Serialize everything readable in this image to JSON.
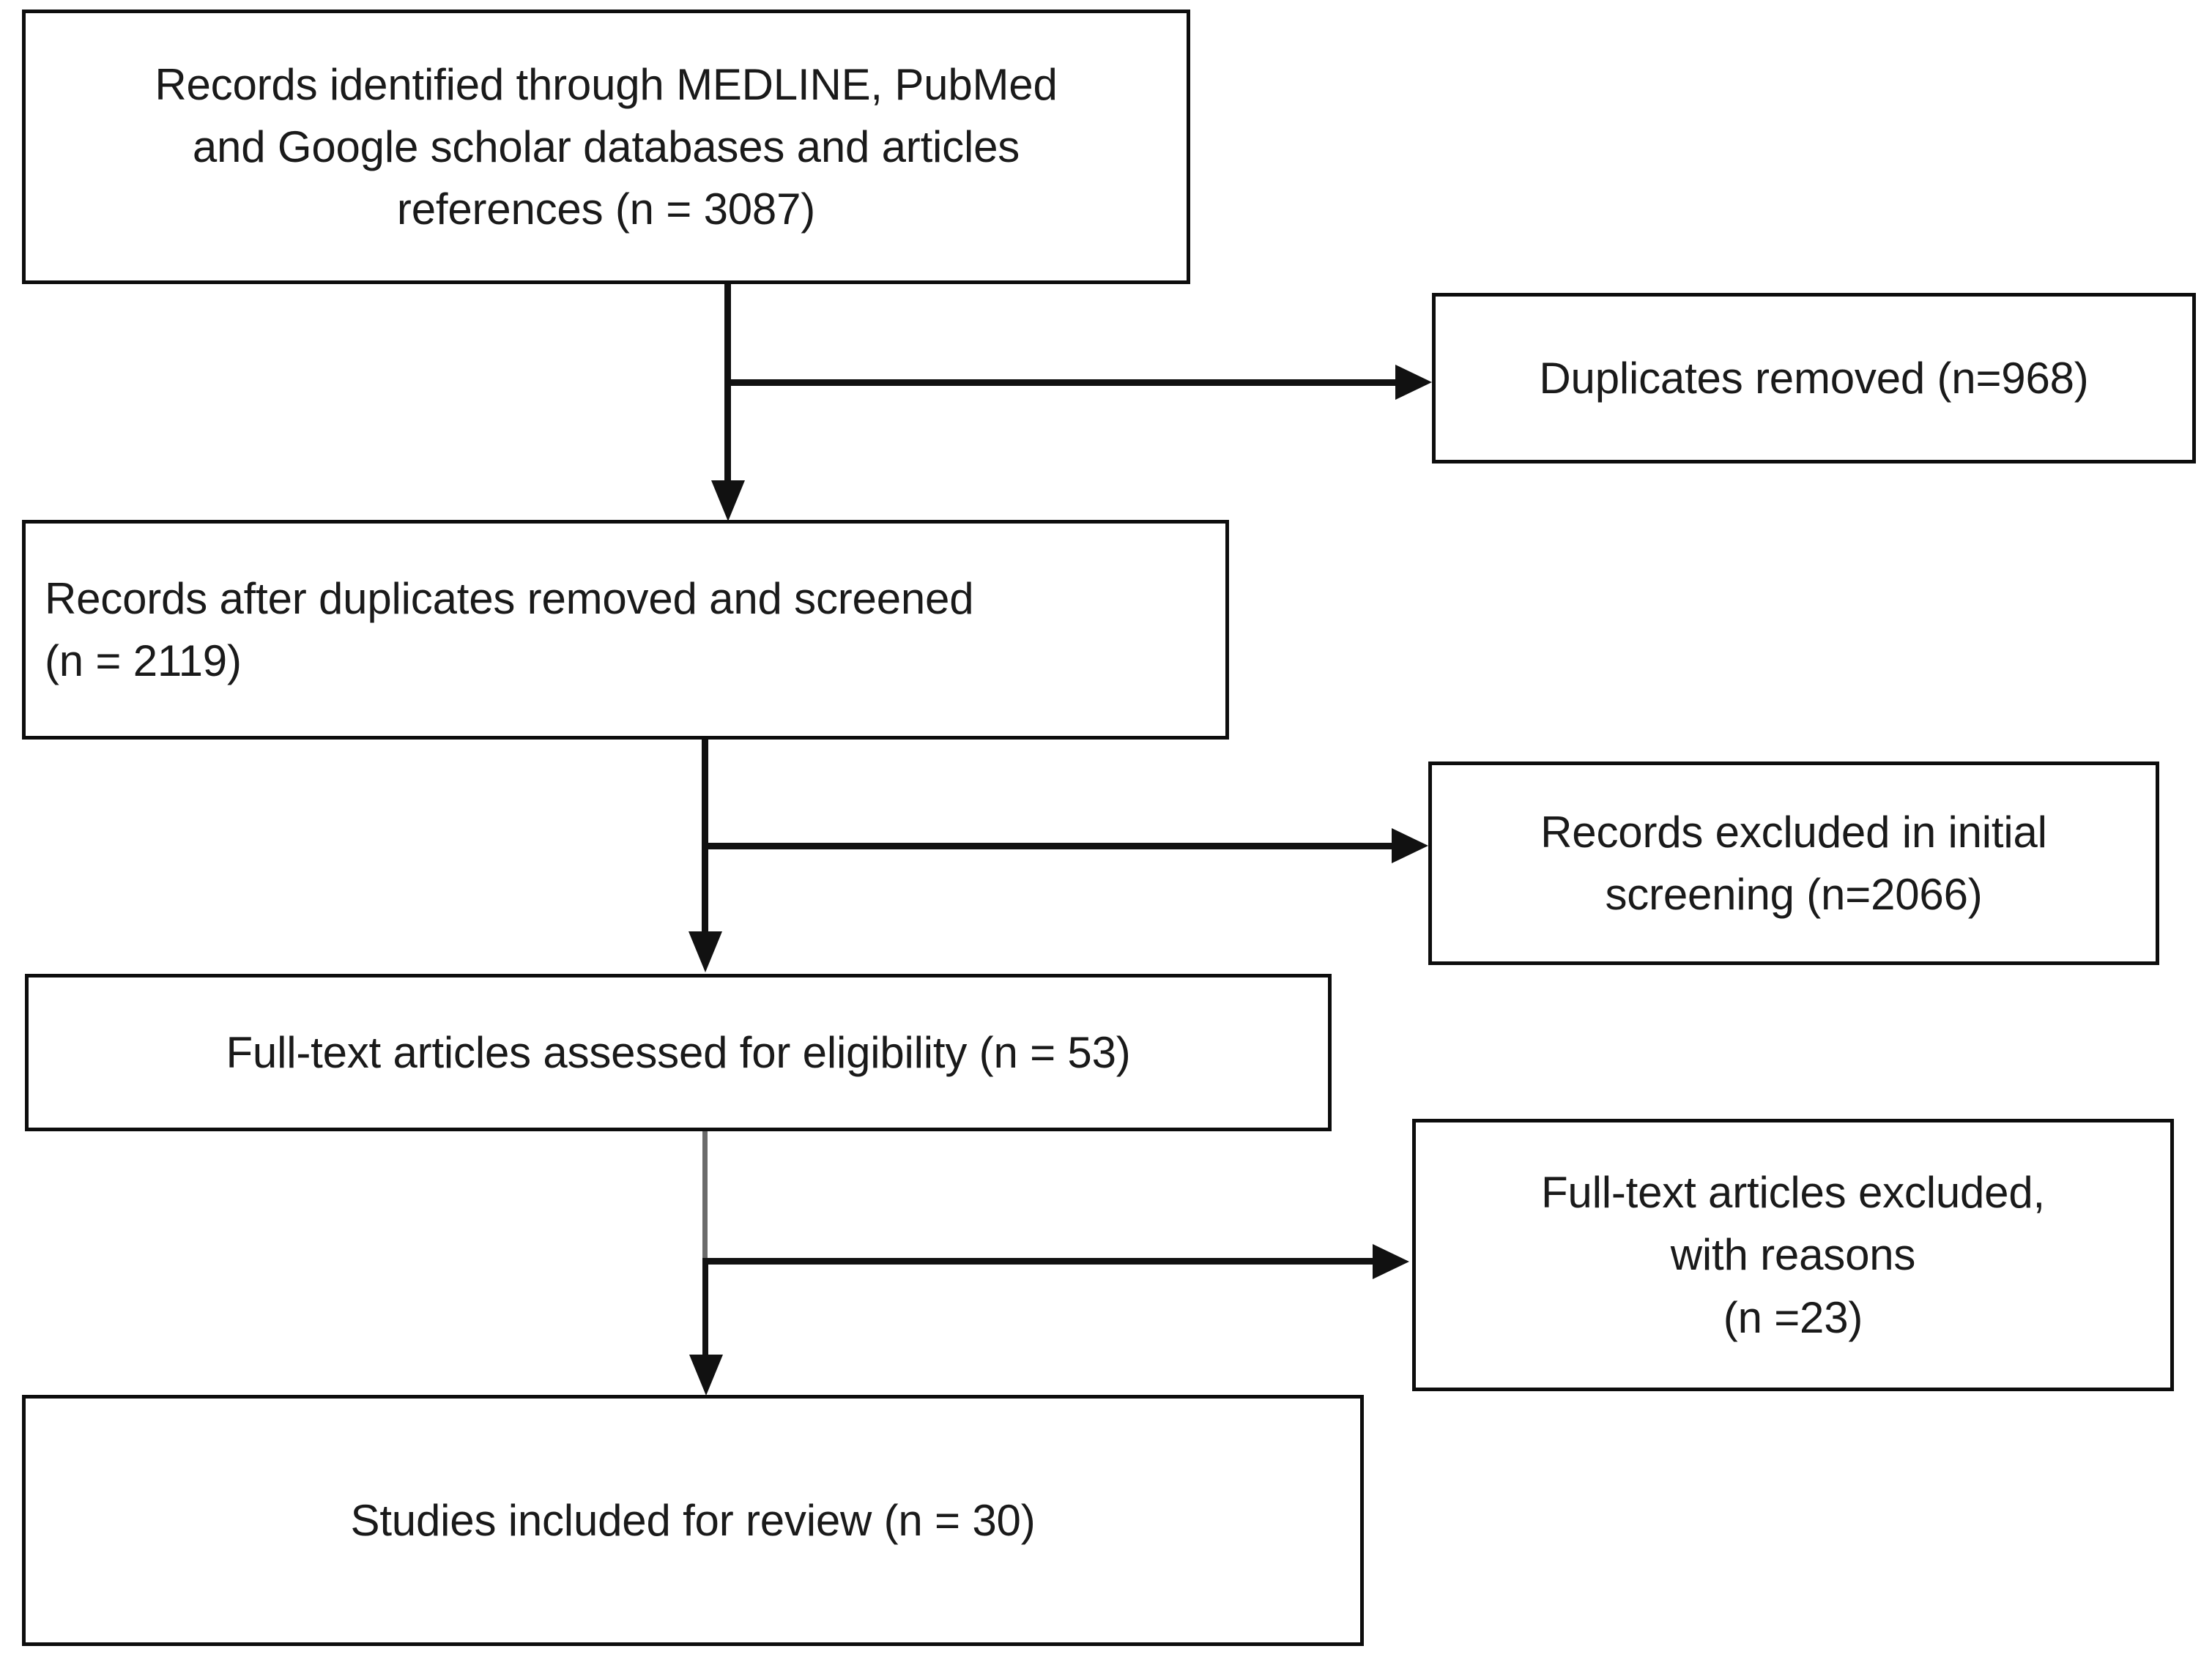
{
  "diagram": {
    "type": "prisma-flow-diagram",
    "title": "PRISMA study selection flow diagram",
    "line_color": "#111111",
    "box_border_color": "#0d0d0d",
    "background_color": "#ffffff",
    "text_color": "#1a1a1a"
  },
  "boxes": {
    "identification": {
      "id": "records-identified",
      "label": "Records identified through MEDLINE, PubMed\nand Google scholar databases and articles\nreferences (n = 3087)",
      "count": 3087,
      "align": "center"
    },
    "duplicates_removed": {
      "id": "duplicates-removed",
      "label": "Duplicates removed (n=968)",
      "count": 968,
      "align": "center"
    },
    "after_duplicates": {
      "id": "records-after-duplicates",
      "label": "Records after duplicates removed and screened\n(n = 2119)",
      "count": 2119,
      "align": "left"
    },
    "excluded_screening": {
      "id": "records-excluded-initial-screening",
      "label": "Records excluded in initial\nscreening (n=2066)",
      "count": 2066,
      "align": "center"
    },
    "fulltext_assessed": {
      "id": "fulltext-articles-assessed",
      "label": "Full-text articles assessed for eligibility (n = 53)",
      "count": 53,
      "align": "center"
    },
    "fulltext_excluded": {
      "id": "fulltext-articles-excluded",
      "label": "Full-text articles excluded,\nwith reasons\n(n =23)",
      "count": 23,
      "align": "center"
    },
    "included": {
      "id": "studies-included-for-review",
      "label": "Studies included for review (n = 30)",
      "count": 30,
      "align": "center"
    }
  },
  "chart_data": {
    "type": "diagram",
    "title": "PRISMA study selection flow",
    "nodes": [
      {
        "key": "identification",
        "text": "Records identified through MEDLINE, PubMed and Google scholar databases and articles references (n = 3087)",
        "n": 3087
      },
      {
        "key": "duplicates_removed",
        "text": "Duplicates removed (n=968)",
        "n": 968
      },
      {
        "key": "after_duplicates",
        "text": "Records after duplicates removed and screened (n = 2119)",
        "n": 2119
      },
      {
        "key": "excluded_screening",
        "text": "Records excluded in initial screening (n=2066)",
        "n": 2066
      },
      {
        "key": "fulltext_assessed",
        "text": "Full-text articles assessed for eligibility (n = 53)",
        "n": 53
      },
      {
        "key": "fulltext_excluded",
        "text": "Full-text articles excluded, with reasons (n =23)",
        "n": 23
      },
      {
        "key": "included",
        "text": "Studies included for review (n = 30)",
        "n": 30
      }
    ],
    "edges": [
      {
        "from": "identification",
        "to": "duplicates_removed",
        "direction": "right"
      },
      {
        "from": "identification",
        "to": "after_duplicates",
        "direction": "down"
      },
      {
        "from": "after_duplicates",
        "to": "excluded_screening",
        "direction": "right"
      },
      {
        "from": "after_duplicates",
        "to": "fulltext_assessed",
        "direction": "down"
      },
      {
        "from": "fulltext_assessed",
        "to": "fulltext_excluded",
        "direction": "right"
      },
      {
        "from": "fulltext_assessed",
        "to": "included",
        "direction": "down"
      }
    ]
  }
}
